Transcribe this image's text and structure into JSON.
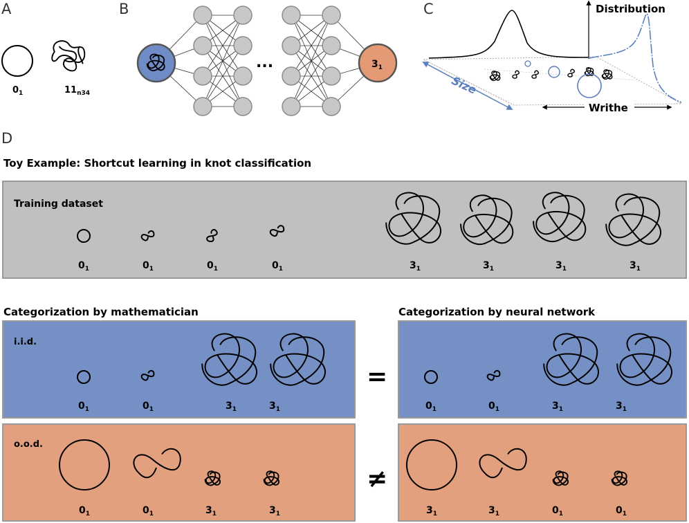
{
  "panels": {
    "a": "A",
    "b": "B",
    "c": "C",
    "d": "D"
  },
  "panel_a": {
    "label_circle_main": "0",
    "label_circle_sub": "1",
    "label_knot_main": "11",
    "label_knot_sub": "n34"
  },
  "panel_b": {
    "ellipsis": "...",
    "output_main": "3",
    "output_sub": "1"
  },
  "panel_c": {
    "axis_distribution": "Distribution",
    "axis_size": "Size",
    "axis_writhe": "Writhe"
  },
  "panel_d": {
    "title": "Toy Example: Shortcut learning in knot classification",
    "training_title": "Training dataset",
    "training_labels": [
      {
        "main": "0",
        "sub": "1"
      },
      {
        "main": "0",
        "sub": "1"
      },
      {
        "main": "0",
        "sub": "1"
      },
      {
        "main": "0",
        "sub": "1"
      },
      {
        "main": "3",
        "sub": "1"
      },
      {
        "main": "3",
        "sub": "1"
      },
      {
        "main": "3",
        "sub": "1"
      },
      {
        "main": "3",
        "sub": "1"
      }
    ],
    "mathematician_title": "Categorization by mathematician",
    "network_title": "Categorization by neural network",
    "iid_label": "i.i.d.",
    "ood_label": "o.o.d.",
    "equals": "=",
    "not_equals": "≠",
    "math_iid_labels": [
      {
        "main": "0",
        "sub": "1"
      },
      {
        "main": "0",
        "sub": "1"
      },
      {
        "main": "3",
        "sub": "1"
      },
      {
        "main": "3",
        "sub": "1"
      }
    ],
    "math_ood_labels": [
      {
        "main": "0",
        "sub": "1"
      },
      {
        "main": "0",
        "sub": "1"
      },
      {
        "main": "3",
        "sub": "1"
      },
      {
        "main": "3",
        "sub": "1"
      }
    ],
    "net_iid_labels": [
      {
        "main": "0",
        "sub": "1"
      },
      {
        "main": "0",
        "sub": "1"
      },
      {
        "main": "3",
        "sub": "1"
      },
      {
        "main": "3",
        "sub": "1"
      }
    ],
    "net_ood_labels": [
      {
        "main": "3",
        "sub": "1"
      },
      {
        "main": "3",
        "sub": "1"
      },
      {
        "main": "0",
        "sub": "1"
      },
      {
        "main": "0",
        "sub": "1"
      }
    ]
  },
  "colors": {
    "blue": "#7590c4",
    "orange": "#e2a07f",
    "gray": "#c0c0c0",
    "node": "#c8c8c8",
    "input_node": "#6f8cc6",
    "output_node": "#e59a76",
    "accent_blue": "#5a7fbf"
  }
}
